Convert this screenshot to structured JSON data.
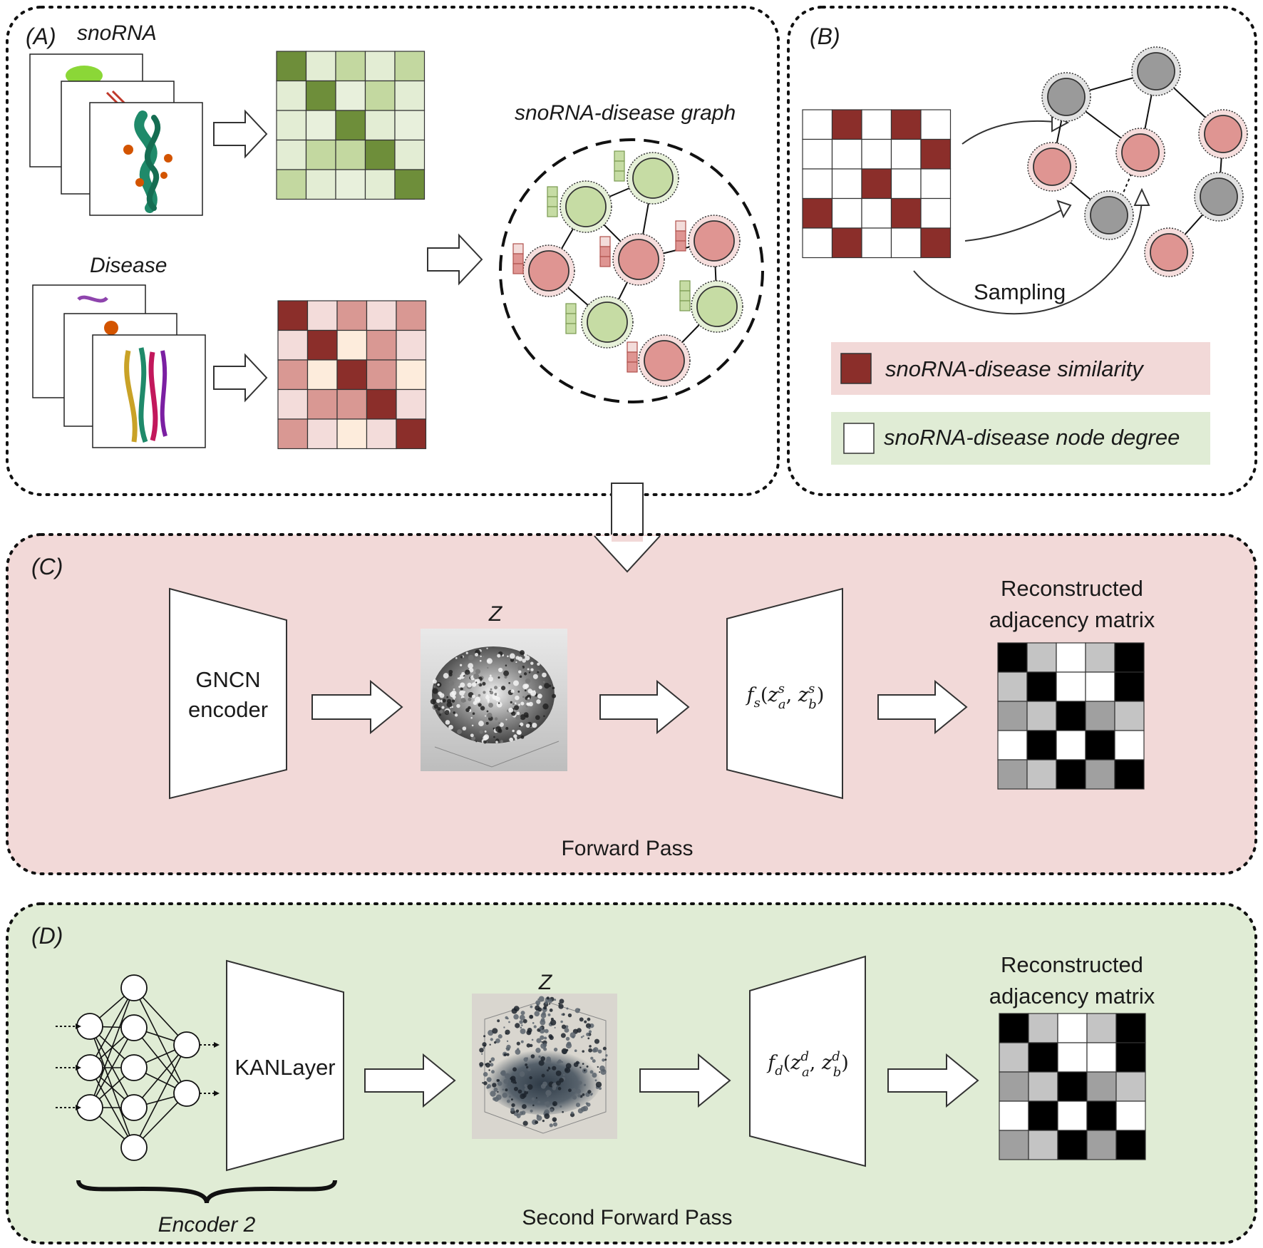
{
  "panels": {
    "a": {
      "tag": "(A)",
      "snorna_label": "snoRNA",
      "disease_label": "Disease",
      "graph_title": "snoRNA-disease graph"
    },
    "b": {
      "tag": "(B)",
      "sampling_label": "Sampling",
      "legend": [
        {
          "label": "snoRNA-disease similarity",
          "swatch": "#8b2e2a",
          "bg": "#f2d9d8"
        },
        {
          "label": "snoRNA-disease node degree",
          "swatch": "#ffffff",
          "bg": "#e0ecd5"
        }
      ]
    },
    "c": {
      "tag": "(C)",
      "encoder_line1": "GNCN",
      "encoder_line2": "encoder",
      "z_label": "Z",
      "decoder_fn": {
        "f": "f",
        "sub": "s",
        "a": "z",
        "a_sup": "s",
        "a_sub": "a",
        "b": "z",
        "b_sup": "s",
        "b_sub": "b"
      },
      "output_line1": "Reconstructed",
      "output_line2": "adjacency matrix",
      "caption": "Forward Pass",
      "bg": "#f2d9d8"
    },
    "d": {
      "tag": "(D)",
      "layer_label": "KANLayer",
      "z_label": "Z",
      "decoder_fn": {
        "f": "f",
        "sub": "d",
        "a": "z",
        "a_sup": "d",
        "a_sub": "a",
        "b": "z",
        "b_sup": "d",
        "b_sub": "b"
      },
      "output_line1": "Reconstructed",
      "output_line2": "adjacency matrix",
      "encoder_caption": "Encoder 2",
      "caption": "Second Forward Pass",
      "bg": "#e0ecd5"
    }
  },
  "colors": {
    "green_dark": "#6e8e3a",
    "green_mid": "#c3d8a0",
    "green_light": "#e8f0dc",
    "red_dark": "#8b2e2a",
    "red_mid": "#d99893",
    "red_light": "#f3dcda",
    "cream": "#fdecdc",
    "node_green": "#c6dca4",
    "node_red": "#df9592",
    "node_gray": "#9a9a9a"
  },
  "matrices": {
    "snorna_similarity": [
      [
        3,
        1,
        2,
        1,
        2
      ],
      [
        1,
        3,
        0,
        2,
        1
      ],
      [
        1,
        0,
        3,
        1,
        0
      ],
      [
        1,
        2,
        2,
        3,
        1
      ],
      [
        2,
        1,
        0,
        1,
        3
      ]
    ],
    "disease_similarity": [
      [
        3,
        1,
        2,
        1,
        2
      ],
      [
        1,
        3,
        0,
        2,
        1
      ],
      [
        2,
        0,
        3,
        2,
        0
      ],
      [
        1,
        2,
        2,
        3,
        1
      ],
      [
        2,
        1,
        0,
        1,
        3
      ]
    ],
    "sampling_matrix": [
      [
        0,
        1,
        0,
        1,
        0
      ],
      [
        0,
        0,
        0,
        0,
        1
      ],
      [
        0,
        0,
        1,
        0,
        0
      ],
      [
        1,
        0,
        0,
        1,
        0
      ],
      [
        0,
        1,
        0,
        0,
        1
      ]
    ],
    "reconstructed": [
      [
        0,
        3,
        4,
        3,
        0
      ],
      [
        3,
        0,
        4,
        4,
        0
      ],
      [
        2,
        3,
        0,
        2,
        3
      ],
      [
        4,
        0,
        4,
        0,
        4
      ],
      [
        2,
        3,
        0,
        2,
        0
      ]
    ]
  }
}
